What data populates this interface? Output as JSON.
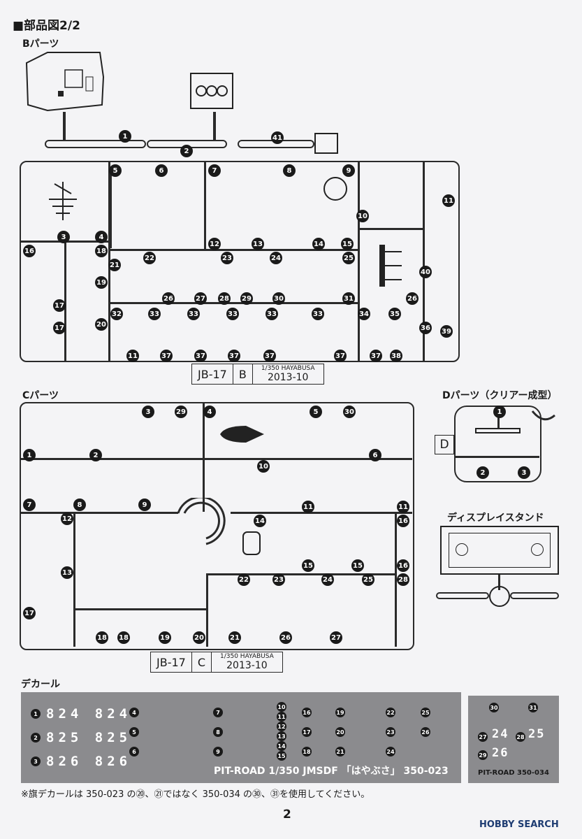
{
  "title": "■部品図2/2",
  "sections": {
    "b": "Bパーツ",
    "c": "Cパーツ",
    "d": "Dパーツ（クリアー成型）",
    "stand": "ディスプレイスタンド",
    "decal": "デカール"
  },
  "b_tag": {
    "code": "JB-17",
    "letter": "B",
    "scale": "1/350 HAYABUSA",
    "date": "2013-10"
  },
  "c_tag": {
    "code": "JB-17",
    "letter": "C",
    "scale": "1/350 HAYABUSA",
    "date": "2013-10"
  },
  "d_letter": "D",
  "b_numbers": [
    "1",
    "2",
    "41",
    "3",
    "4",
    "5",
    "6",
    "7",
    "8",
    "9",
    "10",
    "11",
    "12",
    "13",
    "14",
    "15",
    "16",
    "17",
    "17",
    "18",
    "19",
    "20",
    "21",
    "22",
    "23",
    "24",
    "25",
    "26",
    "27",
    "28",
    "29",
    "30",
    "31",
    "26",
    "32",
    "33",
    "33",
    "33",
    "33",
    "33",
    "34",
    "35",
    "36",
    "39",
    "40",
    "11",
    "37",
    "37",
    "37",
    "37",
    "37",
    "37",
    "38",
    "38"
  ],
  "c_numbers": [
    "1",
    "2",
    "3",
    "29",
    "4",
    "5",
    "30",
    "6",
    "7",
    "8",
    "9",
    "10",
    "11",
    "11",
    "12",
    "13",
    "14",
    "15",
    "15",
    "16",
    "16",
    "17",
    "18",
    "18",
    "19",
    "20",
    "21",
    "22",
    "23",
    "24",
    "25",
    "26",
    "27",
    "28"
  ],
  "d_numbers": [
    "1",
    "2",
    "3"
  ],
  "decal": {
    "rows": [
      {
        "n": "1",
        "text": "824 824"
      },
      {
        "n": "2",
        "text": "825 825"
      },
      {
        "n": "3",
        "text": "826 826"
      }
    ],
    "mid_numbers": [
      "4",
      "5",
      "6",
      "7",
      "8",
      "9"
    ],
    "right_numbers": [
      "10",
      "11",
      "12",
      "13",
      "14",
      "15",
      "16",
      "17",
      "18",
      "19",
      "20",
      "21",
      "22",
      "23",
      "24",
      "25",
      "26"
    ],
    "caption": "PIT-ROAD 1/350 JMSDF 「はやぶさ」 350-023",
    "small_sheet": {
      "numbers": [
        "30",
        "31",
        "27",
        "28",
        "29"
      ],
      "text_24": "24",
      "text_25": "25",
      "text_26": "26",
      "caption": "PIT-ROAD 350-034"
    }
  },
  "note": "※旗デカールは 350-023 の⑳、㉑ではなく 350-034 の㉚、㉛を使用してください。",
  "page_number": "2",
  "brand": "HOBBY SEARCH",
  "colors": {
    "ink": "#1a1a1a",
    "decal_bg": "#8b8b8e",
    "brand": "#1e3c72"
  }
}
